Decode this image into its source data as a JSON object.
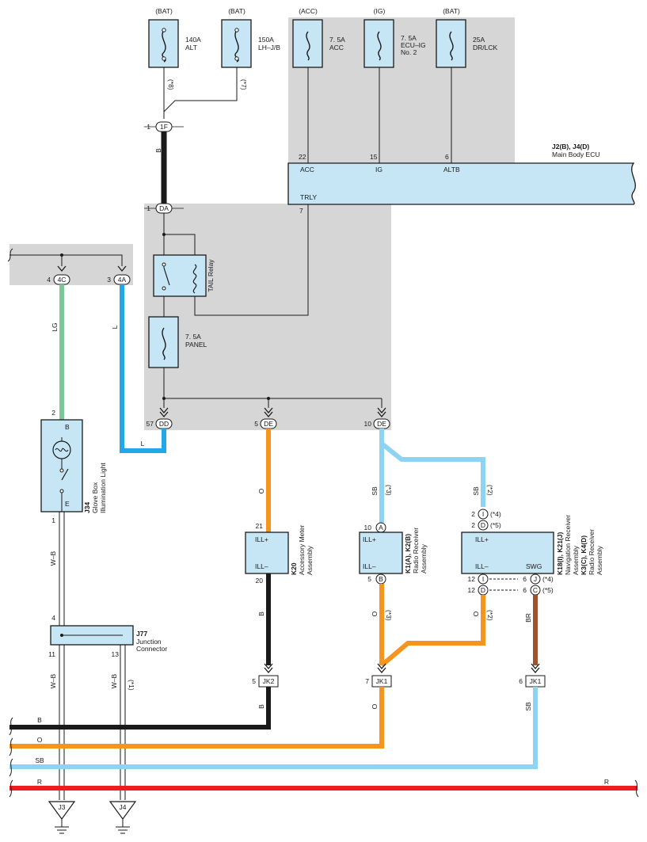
{
  "fuses": [
    {
      "source": "(BAT)",
      "rating": "140A",
      "name": "ALT",
      "note": "(*8)"
    },
    {
      "source": "(BAT)",
      "rating": "150A",
      "name": "LH–J/B",
      "note": "(*7)"
    },
    {
      "source": "(ACC)",
      "rating": "7. 5A",
      "name": "ACC"
    },
    {
      "source": "(IG)",
      "rating": "7. 5A",
      "name": "ECU–IG",
      "name2": "No. 2"
    },
    {
      "source": "(BAT)",
      "rating": "25A",
      "name": "DR/LCK"
    }
  ],
  "main_body_ecu": {
    "code": "J2(B), J4(D)",
    "name": "Main Body ECU",
    "pins": [
      {
        "num": "22",
        "name": "ACC"
      },
      {
        "num": "15",
        "name": "IG"
      },
      {
        "num": "6",
        "name": "ALTB"
      },
      {
        "num": "7",
        "name": "TRLY"
      }
    ]
  },
  "connectors": {
    "c1F": {
      "pin": "1",
      "id": "1F"
    },
    "cDA": {
      "pin": "1",
      "id": "DA"
    },
    "c4C": {
      "pin": "4",
      "id": "4C"
    },
    "c4A": {
      "pin": "3",
      "id": "4A"
    },
    "cDD": {
      "pin": "57",
      "id": "DD"
    },
    "cDE1": {
      "pin": "5",
      "id": "DE"
    },
    "cDE2": {
      "pin": "10",
      "id": "DE"
    }
  },
  "tail_relay": {
    "label": "TAIL Relay"
  },
  "panel_fuse": {
    "rating": "7. 5A",
    "name": "PANEL"
  },
  "glove_box": {
    "code": "J34",
    "name": "Glove Box",
    "name2": "Illumination Light",
    "pin_top": "2",
    "term_top": "B",
    "pin_bottom": "1",
    "term_bottom": "E"
  },
  "junction": {
    "code": "J77",
    "name": "Junction",
    "name2": "Connector",
    "pin_top": "4",
    "pin_left": "11",
    "pin_right": "13"
  },
  "meter": {
    "code": "K20",
    "name": "Accessory Meter",
    "name2": "Assembly",
    "pin_top": "21",
    "pin_bottom": "20",
    "term_top": "ILL+",
    "term_bottom": "ILL–"
  },
  "radio_a": {
    "code": "K1(A), K2(B)",
    "name": "Radio Receiver",
    "name2": "Assembly",
    "pin_top": "10",
    "conn_top": "A",
    "pin_bottom": "5",
    "conn_bottom": "B",
    "term_top": "ILL+",
    "term_bottom": "ILL–"
  },
  "nav": {
    "code": "K18(I), K21(J)",
    "name": "Navigation Receiver",
    "name2": "Assembly",
    "code2": "K3(C), K4(D)",
    "name3": "Radio Receiver",
    "name4": "Assembly",
    "term_top": "ILL+",
    "term_bottom": "ILL–",
    "term_swg": "SWG",
    "top_pins": [
      {
        "num": "2",
        "conn": "I",
        "note": "(*4)"
      },
      {
        "num": "2",
        "conn": "D",
        "note": "(*5)"
      }
    ],
    "bottom_pins": [
      {
        "num": "12",
        "conn": "I"
      },
      {
        "num": "12",
        "conn": "D"
      }
    ],
    "swg_pins": [
      {
        "num": "6",
        "conn": "J",
        "note": "(*4)"
      },
      {
        "num": "6",
        "conn": "C",
        "note": "(*5)"
      }
    ]
  },
  "jk": {
    "jk2": {
      "pin": "5",
      "id": "JK2"
    },
    "jk1a": {
      "pin": "7",
      "id": "JK1"
    },
    "jk1b": {
      "pin": "6",
      "id": "JK1"
    }
  },
  "wire_labels": {
    "b_fuse": "B",
    "lg": "LG",
    "l": "L",
    "l2": "L",
    "o_meter": "O",
    "sb_radio": "SB",
    "sb_radio_note": "(*3)",
    "sb_nav": "SB",
    "sb_nav_note": "(*2)",
    "wb_glove": "W–B",
    "wb_j77": "W–B",
    "wb_j77b": "W–B",
    "wb_j77b_note": "(*1)",
    "b_meter": "B",
    "o_radio": "O",
    "o_radio_note": "(*3)",
    "o_nav": "O",
    "o_nav_note": "(*2)",
    "br": "BR",
    "b_jk2": "B",
    "o_jk1": "O",
    "sb_jk1": "SB"
  },
  "bus_labels": {
    "b": "B",
    "o": "O",
    "sb": "SB",
    "r": "R",
    "r_right": "R"
  },
  "grounds": {
    "g1": "J3",
    "g2": "J4"
  },
  "colors": {
    "black": "#1a1a1a",
    "lg": "#7cc79a",
    "l": "#22a8e6",
    "o": "#f7941d",
    "sb": "#8fd3f2",
    "r": "#ed1c24",
    "br": "#a0522d",
    "gray_bg": "#d6d6d6",
    "comp_fill": "#c6e6f5"
  }
}
